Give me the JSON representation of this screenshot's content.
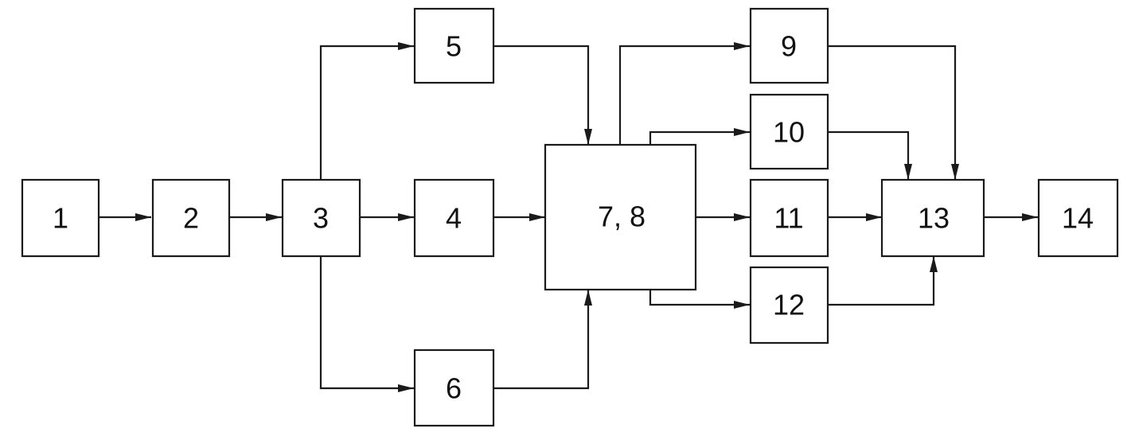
{
  "diagram": {
    "blocks": [
      {
        "id": "b1",
        "label": "1"
      },
      {
        "id": "b2",
        "label": "2"
      },
      {
        "id": "b3",
        "label": "3"
      },
      {
        "id": "b4",
        "label": "4"
      },
      {
        "id": "b5",
        "label": "5"
      },
      {
        "id": "b6",
        "label": "6"
      },
      {
        "id": "b78",
        "label": "7, 8"
      },
      {
        "id": "b9",
        "label": "9"
      },
      {
        "id": "b10",
        "label": "10"
      },
      {
        "id": "b11",
        "label": "11"
      },
      {
        "id": "b12",
        "label": "12"
      },
      {
        "id": "b13",
        "label": "13"
      },
      {
        "id": "b14",
        "label": "14"
      }
    ],
    "connections": [
      {
        "from": "1",
        "to": "2"
      },
      {
        "from": "2",
        "to": "3"
      },
      {
        "from": "3",
        "to": "4"
      },
      {
        "from": "3",
        "to": "5"
      },
      {
        "from": "3",
        "to": "6"
      },
      {
        "from": "4",
        "to": "7, 8"
      },
      {
        "from": "5",
        "to": "7, 8"
      },
      {
        "from": "6",
        "to": "7, 8"
      },
      {
        "from": "7, 8",
        "to": "9"
      },
      {
        "from": "7, 8",
        "to": "10"
      },
      {
        "from": "7, 8",
        "to": "11"
      },
      {
        "from": "7, 8",
        "to": "12"
      },
      {
        "from": "9",
        "to": "13"
      },
      {
        "from": "10",
        "to": "13"
      },
      {
        "from": "11",
        "to": "13"
      },
      {
        "from": "12",
        "to": "13"
      },
      {
        "from": "13",
        "to": "14"
      }
    ]
  }
}
